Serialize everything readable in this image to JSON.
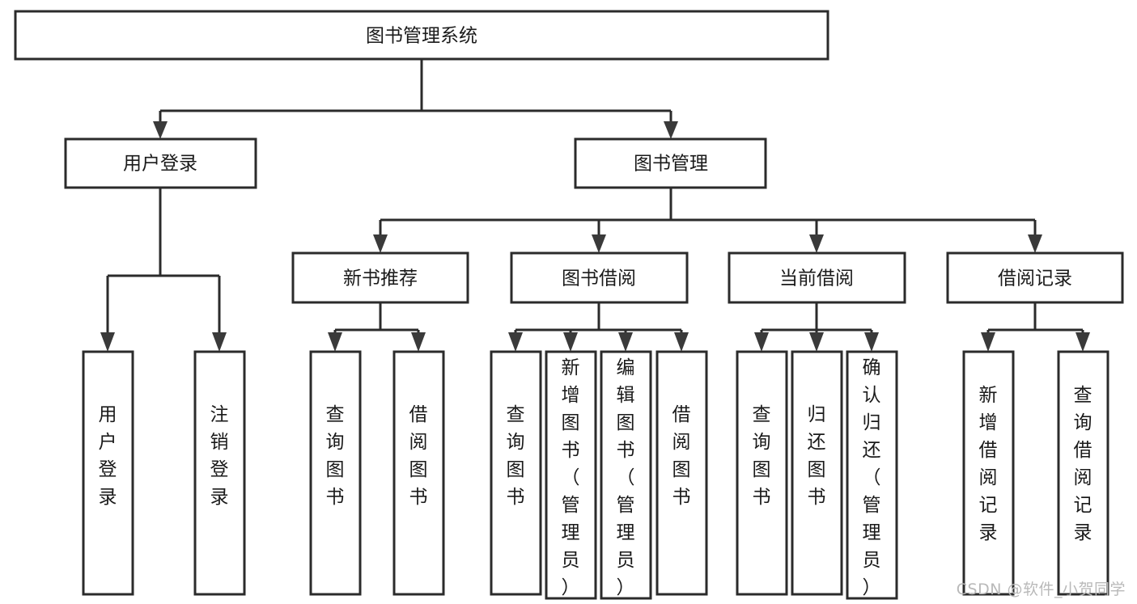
{
  "diagram": {
    "title": "图书管理系统",
    "type": "tree-hierarchy",
    "watermark": "CSDN @软件_小贺同学",
    "colors": {
      "background": "#ffffff",
      "box_fill": "#ffffff",
      "box_stroke": "#2b2b2b",
      "connector": "#2b2b2b",
      "text": "#1a1a1a",
      "watermark": "#b9b9b9"
    },
    "root": {
      "id": "root",
      "label": "图书管理系统"
    },
    "level2": [
      {
        "id": "user-login",
        "label": "用户登录"
      },
      {
        "id": "book-management",
        "label": "图书管理"
      }
    ],
    "level3": [
      {
        "id": "new-book-recommend",
        "label": "新书推荐",
        "parent": "book-management"
      },
      {
        "id": "book-borrow",
        "label": "图书借阅",
        "parent": "book-management"
      },
      {
        "id": "current-borrow",
        "label": "当前借阅",
        "parent": "book-management"
      },
      {
        "id": "borrow-record",
        "label": "借阅记录",
        "parent": "book-management"
      }
    ],
    "leaves": {
      "user-login": [
        {
          "id": "leaf-user-login",
          "label": "用户登录"
        },
        {
          "id": "leaf-user-logout",
          "label": "注销登录"
        }
      ],
      "new-book-recommend": [
        {
          "id": "leaf-query-book-1",
          "label": "查询图书"
        },
        {
          "id": "leaf-borrow-book-1",
          "label": "借阅图书"
        }
      ],
      "book-borrow": [
        {
          "id": "leaf-query-book-2",
          "label": "查询图书"
        },
        {
          "id": "leaf-add-book",
          "label": "新增图书（管理员）"
        },
        {
          "id": "leaf-edit-book",
          "label": "编辑图书（管理员）"
        },
        {
          "id": "leaf-borrow-book-2",
          "label": "借阅图书"
        }
      ],
      "current-borrow": [
        {
          "id": "leaf-query-book-3",
          "label": "查询图书"
        },
        {
          "id": "leaf-return-book",
          "label": "归还图书"
        },
        {
          "id": "leaf-confirm-return",
          "label": "确认归还（管理员）"
        }
      ],
      "borrow-record": [
        {
          "id": "leaf-add-record",
          "label": "新增借阅记录"
        },
        {
          "id": "leaf-query-record",
          "label": "查询借阅记录"
        }
      ]
    }
  }
}
